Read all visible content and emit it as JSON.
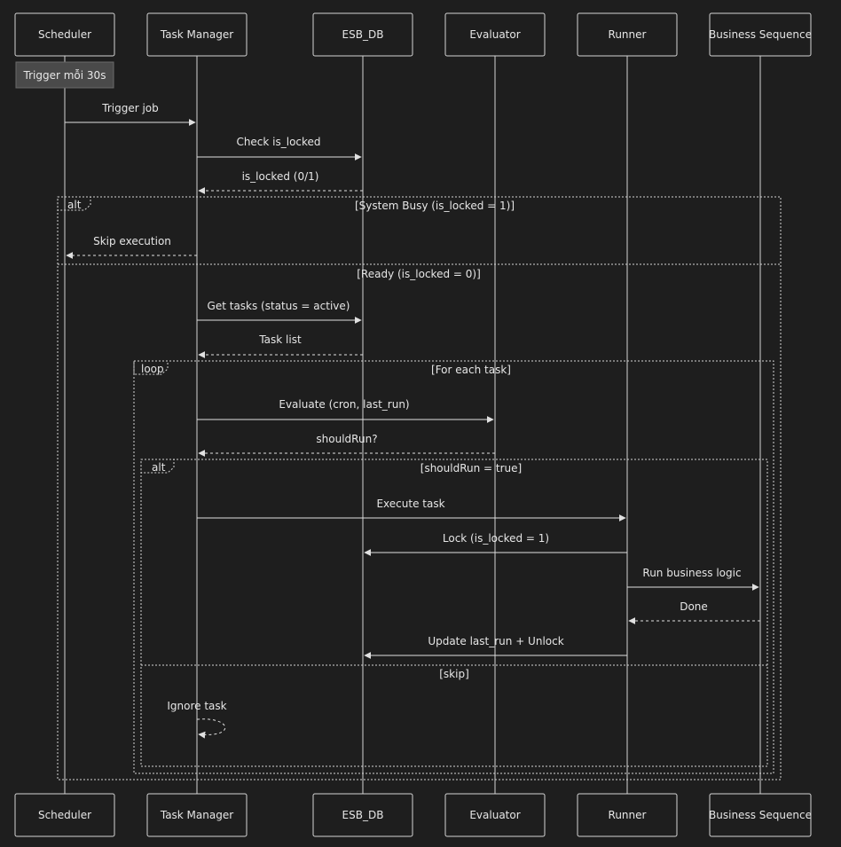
{
  "actors": [
    "Scheduler",
    "Task Manager",
    "ESB_DB",
    "Evaluator",
    "Runner",
    "Business Sequence"
  ],
  "note": "Trigger mỗi 30s",
  "messages": [
    {
      "label": "Trigger job"
    },
    {
      "label": "Check is_locked"
    },
    {
      "label": "is_locked (0/1)"
    },
    {
      "label": "Skip execution"
    },
    {
      "label": "Get tasks (status = active)"
    },
    {
      "label": "Task list"
    },
    {
      "label": "Evaluate (cron, last_run)"
    },
    {
      "label": "shouldRun?"
    },
    {
      "label": "Execute task"
    },
    {
      "label": "Lock (is_locked = 1)"
    },
    {
      "label": "Run business logic"
    },
    {
      "label": "Done"
    },
    {
      "label": "Update last_run + Unlock"
    },
    {
      "label": "Ignore task"
    }
  ],
  "frames": [
    {
      "keyword": "alt",
      "conditions": [
        "[System Busy (is_locked = 1)]",
        "[Ready (is_locked = 0)]"
      ]
    },
    {
      "keyword": "loop",
      "conditions": [
        "[For each task]"
      ]
    },
    {
      "keyword": "alt",
      "conditions": [
        "[shouldRun = true]",
        "[skip]"
      ]
    }
  ]
}
